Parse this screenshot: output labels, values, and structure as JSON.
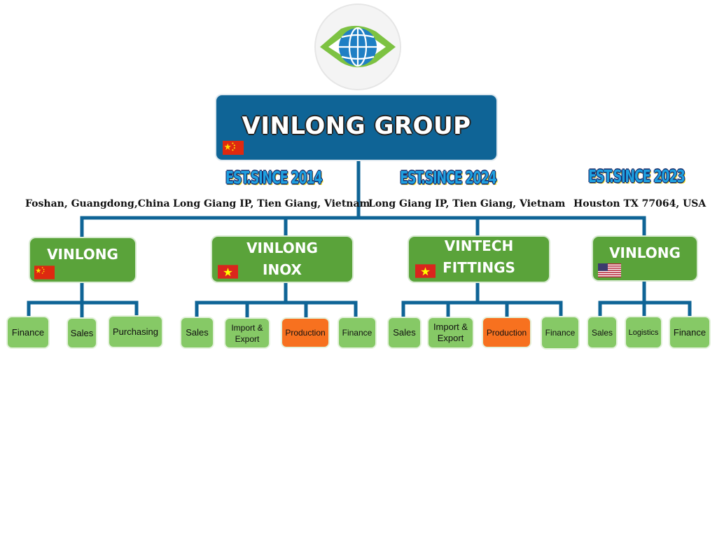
{
  "root": {
    "title": "VINLONG GROUP",
    "flag": "china-flag"
  },
  "logo": {
    "icon": "globe-logo-icon"
  },
  "colors": {
    "root_bg": "#0f6496",
    "company_bg": "#5aa33a",
    "dept_bg": "#86c966",
    "dept_highlight": "#f7711f",
    "connector": "#0f6496"
  },
  "established": [
    "EST.SINCE 2014",
    "EST.SINCE 2024",
    "EST.SINCE 2023"
  ],
  "companies": [
    {
      "name_lines": [
        "VINLONG"
      ],
      "location": "Foshan, Guangdong,China",
      "flag": "china-flag",
      "departments": [
        {
          "label": "Finance"
        },
        {
          "label": "Sales"
        },
        {
          "label": "Purchasing"
        }
      ]
    },
    {
      "name_lines": [
        "VINLONG",
        "INOX"
      ],
      "location": "Long Giang IP, Tien Giang, Vietnam",
      "flag": "vietnam-flag",
      "departments": [
        {
          "label": "Sales"
        },
        {
          "label": "Import &\nExport"
        },
        {
          "label": "Production",
          "highlight": true
        },
        {
          "label": "Finance"
        }
      ]
    },
    {
      "name_lines": [
        "VINTECH",
        "FITTINGS"
      ],
      "location": "Long Giang IP, Tien Giang, Vietnam",
      "flag": "vietnam-flag",
      "departments": [
        {
          "label": "Sales"
        },
        {
          "label": "Import &\nExport"
        },
        {
          "label": "Production",
          "highlight": true
        },
        {
          "label": "Finance"
        }
      ]
    },
    {
      "name_lines": [
        "VINLONG"
      ],
      "location": "Houston TX 77064, USA",
      "flag": "usa-flag",
      "departments": [
        {
          "label": "Sales"
        },
        {
          "label": "Logistics"
        },
        {
          "label": "Finance"
        }
      ]
    }
  ]
}
